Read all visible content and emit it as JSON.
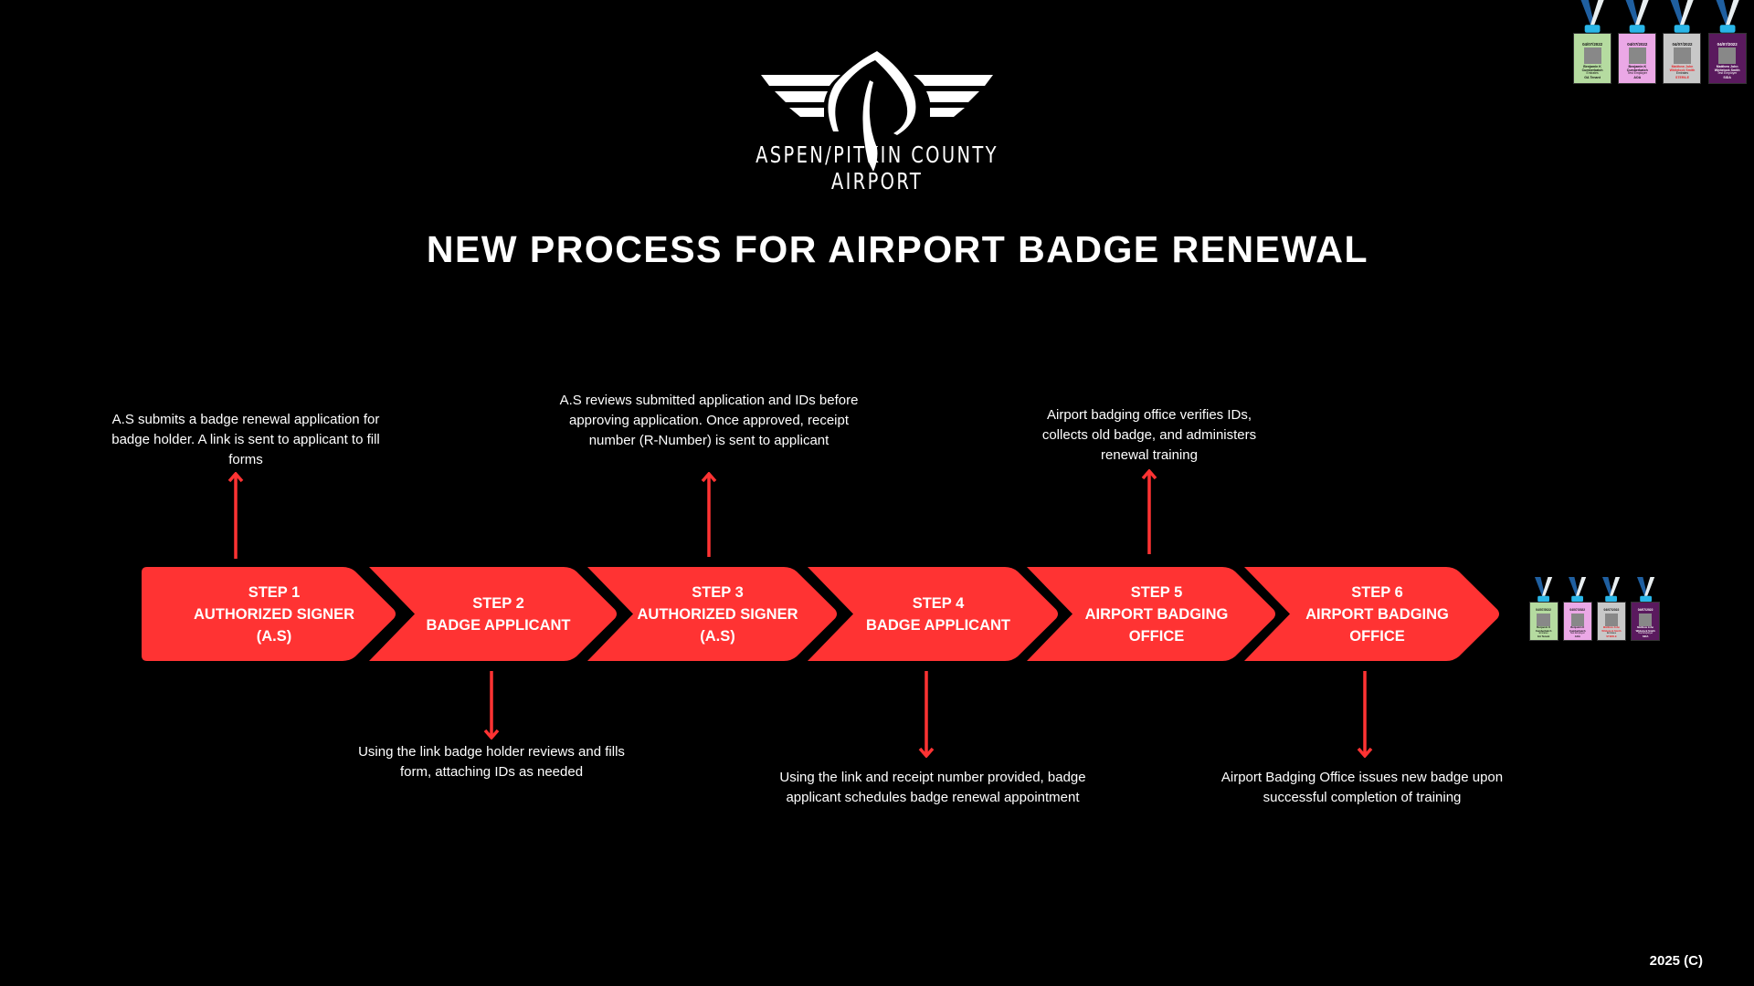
{
  "logo": {
    "text": "ASPEN/PITKIN COUNTY AIRPORT"
  },
  "title": "NEW PROCESS FOR AIRPORT BADGE RENEWAL",
  "colors": {
    "accent": "#ff3333",
    "background": "#000000",
    "text": "#ffffff"
  },
  "steps": [
    {
      "lines": [
        "STEP 1",
        "AUTHORIZED SIGNER",
        "(A.S)"
      ],
      "description": "A.S submits a badge renewal application for badge holder. A link is sent to applicant to fill forms",
      "arrow": "up"
    },
    {
      "lines": [
        "STEP 2",
        "BADGE APPLICANT"
      ],
      "description": "Using the link badge holder reviews and fills form, attaching IDs as needed",
      "arrow": "down"
    },
    {
      "lines": [
        "STEP 3",
        "AUTHORIZED SIGNER",
        "(A.S)"
      ],
      "description": "A.S reviews submitted application and IDs before approving application. Once approved, receipt number (R-Number) is sent to applicant",
      "arrow": "up"
    },
    {
      "lines": [
        "STEP 4",
        "BADGE APPLICANT"
      ],
      "description": "Using the link and receipt number provided, badge applicant schedules badge renewal appointment",
      "arrow": "down"
    },
    {
      "lines": [
        "STEP 5",
        "AIRPORT BADGING",
        "OFFICE"
      ],
      "description": "Airport badging office verifies IDs, collects old badge, and administers renewal training",
      "arrow": "up"
    },
    {
      "lines": [
        "STEP 6",
        "AIRPORT BADGING",
        "OFFICE"
      ],
      "description": "Airport Badging Office issues new badge upon successful completion of training",
      "arrow": "down"
    }
  ],
  "badges": [
    {
      "date": "04/07/2022",
      "name": "Benjamin K Cumberbatch",
      "employer": "Emirates",
      "zone": "GA Tenant",
      "color": "#b5dba0",
      "namecolor": "#111111"
    },
    {
      "date": "04/07/2022",
      "name": "Benjamin K Cumberbatch",
      "employer": "Test Employer",
      "zone": "AOA",
      "color": "#eba8e6",
      "namecolor": "#111111"
    },
    {
      "date": "04/07/2022",
      "name": "Matthew John Whitelock Smith",
      "employer": "Emirates",
      "zone": "STERILE",
      "color": "#c8c8c8",
      "namecolor": "#e8262b"
    },
    {
      "date": "04/07/2022",
      "name": "Matthew John Whitelock Smith",
      "employer": "Test Employer",
      "zone": "SIDA",
      "color": "#5a1a5e",
      "namecolor": "#ffffff"
    }
  ],
  "footer": "2025 (C)"
}
